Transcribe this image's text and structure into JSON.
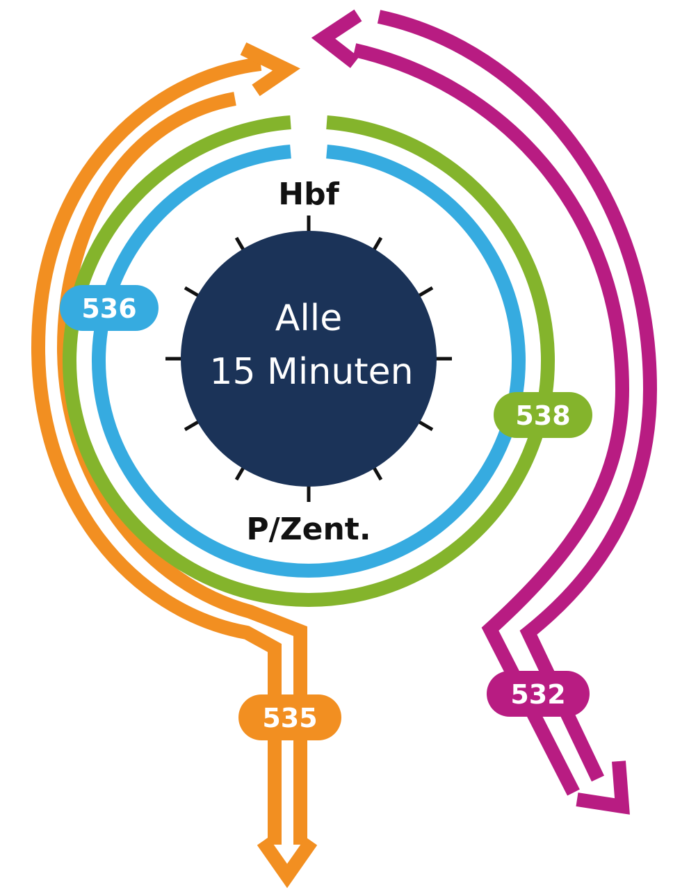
{
  "center": {
    "line1": "Alle",
    "line2": "15 Minuten",
    "color": "#1b3358"
  },
  "stops": {
    "top": "Hbf",
    "bottom": "P/Zent."
  },
  "routes": [
    {
      "id": "536",
      "label": "536",
      "color": "#36abe0"
    },
    {
      "id": "538",
      "label": "538",
      "color": "#84b42c"
    },
    {
      "id": "535",
      "label": "535",
      "color": "#f28f21"
    },
    {
      "id": "532",
      "label": "532",
      "color": "#b81c82"
    }
  ]
}
